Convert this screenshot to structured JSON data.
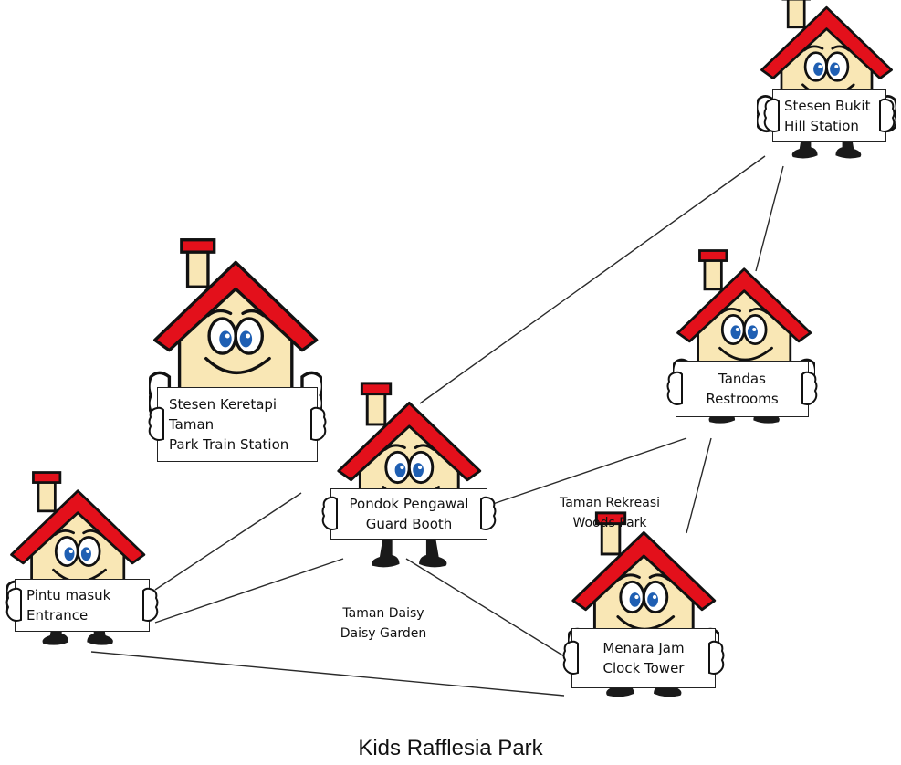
{
  "title": "Kids Rafflesia Park",
  "colors": {
    "roof": "#e3101b",
    "wall": "#f9e7b5",
    "outline": "#111111",
    "eye_iris": "#1f5fb3",
    "sign_bg": "#ffffff"
  },
  "locations": {
    "hill_station": {
      "line1": "Stesen Bukit",
      "line2": "Hill Station"
    },
    "train_station": {
      "line1": "Stesen Keretapi",
      "line2": "Taman",
      "line3": "Park Train Station"
    },
    "guard_booth": {
      "line1": "Pondok Pengawal",
      "line2": "Guard Booth"
    },
    "restrooms": {
      "line1": "Tandas",
      "line2": "Restrooms"
    },
    "entrance": {
      "line1": "Pintu masuk",
      "line2": "Entrance"
    },
    "clock_tower": {
      "line1": "Menara Jam",
      "line2": "Clock Tower"
    }
  },
  "areas": {
    "woods_park": {
      "line1": "Taman Rekreasi",
      "line2": "Woods Park"
    },
    "daisy_garden": {
      "line1": "Taman Daisy",
      "line2": "Daisy Garden"
    }
  }
}
